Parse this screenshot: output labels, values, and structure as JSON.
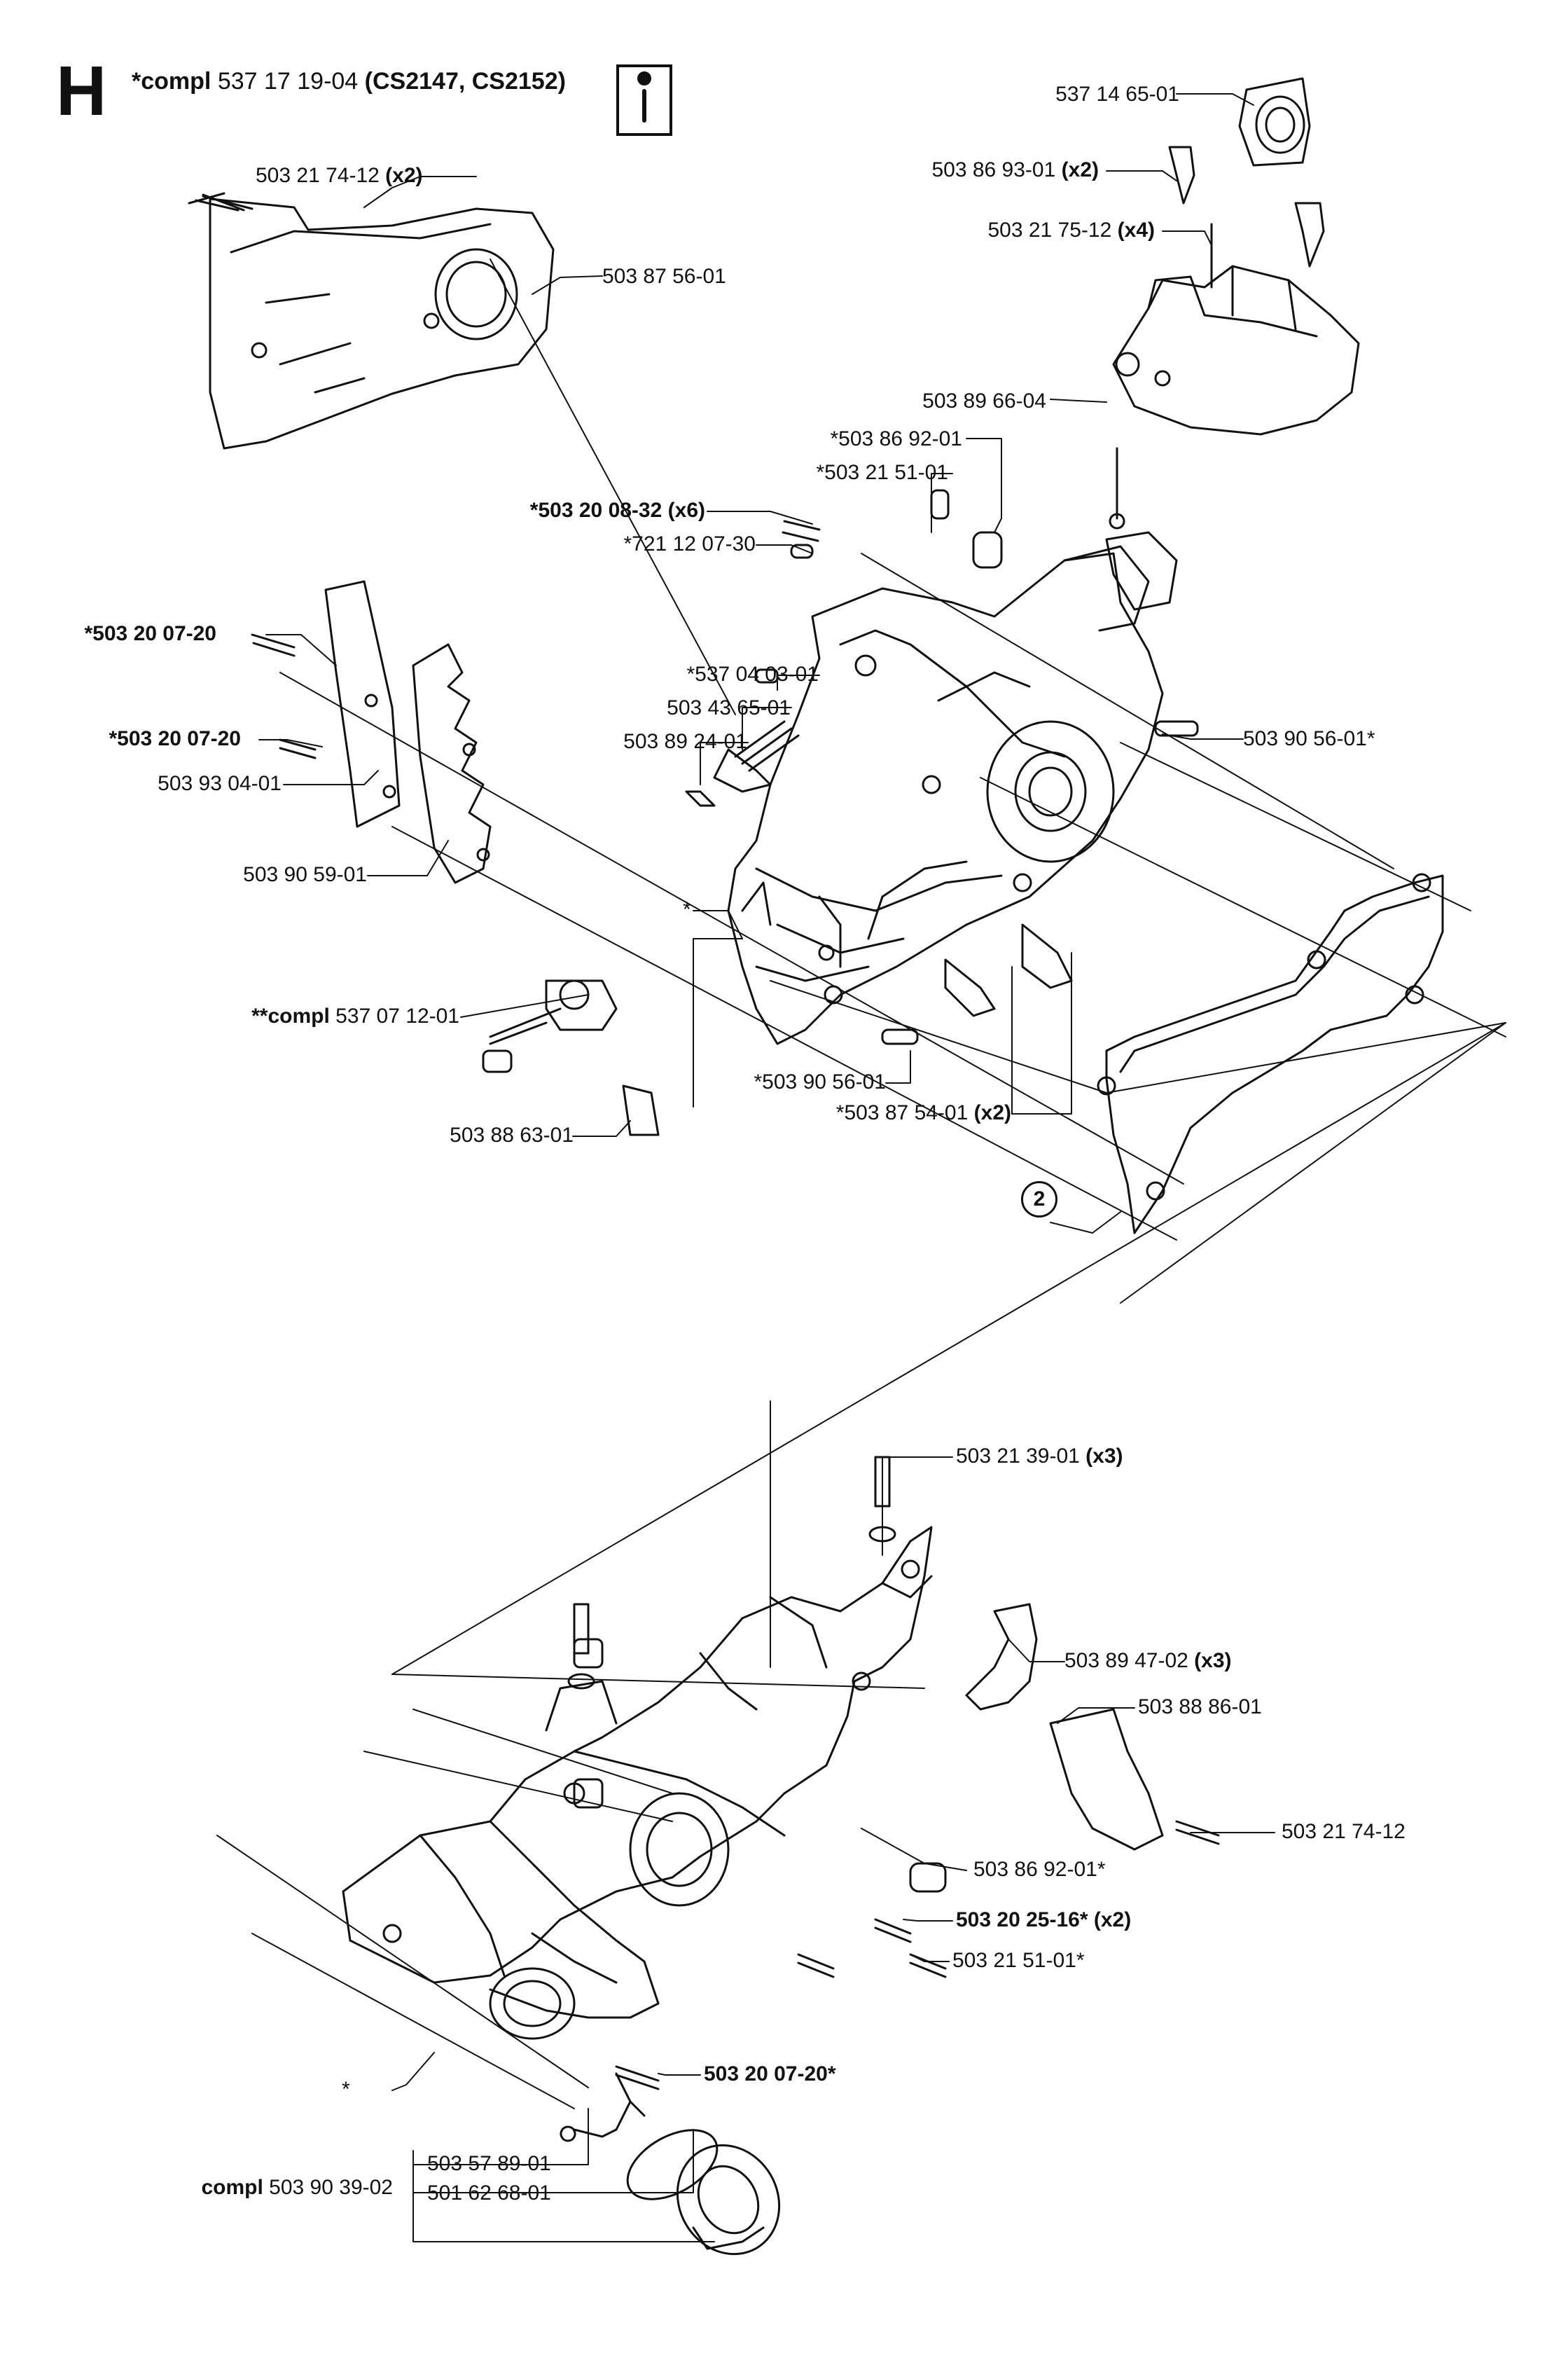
{
  "header": {
    "section_letter": "H",
    "compl_prefix": "*compl",
    "compl_number": "537 17 19-04",
    "compl_models": "(CS2147, CS2152)"
  },
  "labels": {
    "l01": {
      "prefix": "",
      "number": "537 14 65-01",
      "suffix": ""
    },
    "l02": {
      "prefix": "",
      "number": "503 86 93-01",
      "suffix": "(x2)"
    },
    "l03": {
      "prefix": "",
      "number": "503 21 75-12",
      "suffix": "(x4)"
    },
    "l04": {
      "prefix": "",
      "number": "503 21 74-12",
      "suffix": "(x2)"
    },
    "l05": {
      "prefix": "",
      "number": "503 87 56-01",
      "suffix": ""
    },
    "l06": {
      "prefix": "",
      "number": "503 89 66-04",
      "suffix": ""
    },
    "l07": {
      "prefix": "",
      "number": "*503 86 92-01",
      "suffix": ""
    },
    "l08": {
      "prefix": "",
      "number": "*503 21 51-01",
      "suffix": ""
    },
    "l09": {
      "prefix": "",
      "number": "*503 20 08-32",
      "suffix": "(x6)"
    },
    "l10": {
      "prefix": "",
      "number": "*721 12 07-30",
      "suffix": ""
    },
    "l11": {
      "prefix": "",
      "number": "*503 20 07-20",
      "suffix": ""
    },
    "l12": {
      "prefix": "",
      "number": "*537 04 03-01",
      "suffix": ""
    },
    "l13": {
      "prefix": "",
      "number": "503 43 65-01",
      "suffix": ""
    },
    "l14": {
      "prefix": "",
      "number": "503 89 24-01",
      "suffix": ""
    },
    "l15": {
      "prefix": "",
      "number": "503 90 56-01*",
      "suffix": ""
    },
    "l16": {
      "prefix": "",
      "number": "*503 20 07-20",
      "suffix": ""
    },
    "l17": {
      "prefix": "",
      "number": "503 93 04-01",
      "suffix": ""
    },
    "l18": {
      "prefix": "",
      "number": "503 90 59-01",
      "suffix": ""
    },
    "l19": {
      "prefix": "",
      "number": "*",
      "suffix": ""
    },
    "l20": {
      "prefix": "**compl",
      "number": "537 07 12-01",
      "suffix": ""
    },
    "l21": {
      "prefix": "",
      "number": "*503 90 56-01",
      "suffix": ""
    },
    "l22": {
      "prefix": "",
      "number": "*503 87 54-01",
      "suffix": "(x2)"
    },
    "l23": {
      "prefix": "",
      "number": "503 88 63-01",
      "suffix": ""
    },
    "l24": {
      "prefix": "",
      "number": "503 21 39-01",
      "suffix": "(x3)"
    },
    "l25": {
      "prefix": "",
      "number": "503 89 47-02",
      "suffix": "(x3)"
    },
    "l26": {
      "prefix": "",
      "number": "503 88 86-01",
      "suffix": ""
    },
    "l27": {
      "prefix": "",
      "number": "503 21 74-12",
      "suffix": ""
    },
    "l28": {
      "prefix": "",
      "number": "503 86 92-01*",
      "suffix": ""
    },
    "l29": {
      "prefix": "",
      "number": "503 20 25-16*",
      "suffix": "(x2)"
    },
    "l30": {
      "prefix": "",
      "number": "503 21 51-01*",
      "suffix": ""
    },
    "l31": {
      "prefix": "",
      "number": "503 20 07-20*",
      "suffix": ""
    },
    "l32": {
      "prefix": "",
      "number": "*",
      "suffix": ""
    },
    "l33": {
      "prefix": "",
      "number": "503 57 89-01",
      "suffix": ""
    },
    "l34": {
      "prefix": "compl",
      "number": "503 90 39-02",
      "suffix": ""
    },
    "l35": {
      "prefix": "",
      "number": "501 62 68-01",
      "suffix": ""
    }
  },
  "callout": {
    "gasket_ref": "2"
  }
}
